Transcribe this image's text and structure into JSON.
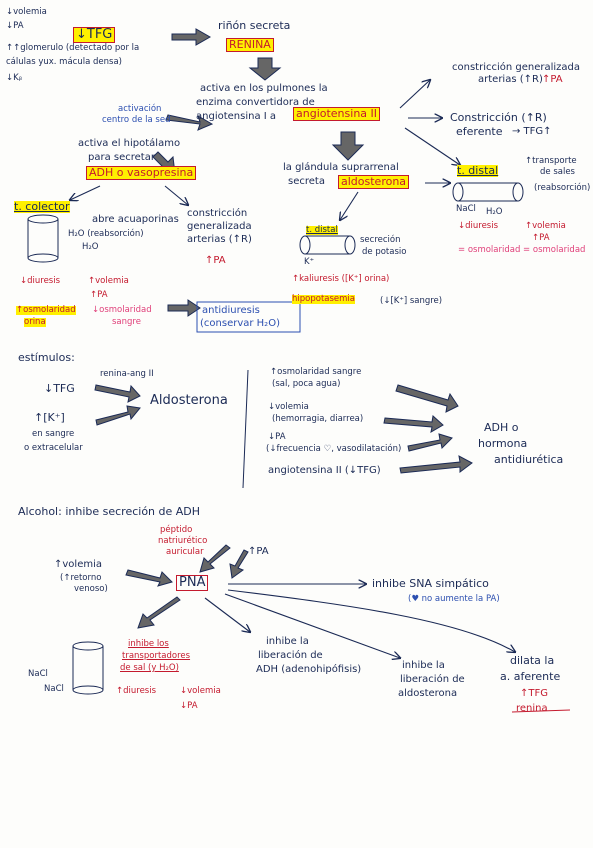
{
  "colors": {
    "ink": "#1b2a55",
    "blue": "#2c4fb0",
    "red": "#c41a2e",
    "pink": "#e0407a",
    "highlight": "#fff000"
  },
  "top": {
    "left_notes": [
      "↓volemia",
      "↓PA",
      "↑↑glomerulo (detectado por la",
      "cálulas yux. mácula densa)",
      "↓Kᵦ"
    ],
    "tfg_label": "↓TFG",
    "rinon_secreta": "riñón secreta",
    "renina": "RENINA",
    "activa_text": [
      "activa en los pulmones la",
      "enzima convertidora de",
      "angiotensina I a"
    ],
    "angiotensina_ii": "angiotensina II",
    "constriccion_general": [
      "constricción generalizada",
      "arterias (↑R)",
      "↑PA"
    ],
    "constriccion_eferente": [
      "Constricción (↑R)",
      "eferente",
      "→ TFG↑"
    ],
    "activacion_sed": [
      "activación",
      "centro de la sed"
    ],
    "activa_hipotalamo": [
      "activa el hipotálamo",
      "para secretar"
    ],
    "adh_vasopresina": "ADH o vasopresina",
    "glandula_text": [
      "la glándula suprarrenal",
      "secreta"
    ],
    "aldosterona": "aldosterona",
    "t_distal": "t. distal",
    "transporte_sales": [
      "↑transporte",
      "de sales",
      "(reabsorción)"
    ],
    "distal_right_effects": [
      "↓diuresis",
      "↑volemia",
      "↑PA",
      "= osmolaridad = osmolaridad"
    ],
    "t_colector": "t. colector",
    "abre_acuaporinas": "abre acuaporinas",
    "h2o_reabsorcion": "H₂O (reabsorción)",
    "h2o": "H₂O",
    "constriccion_left": [
      "constricción",
      "generalizada",
      "arterias (↑R)"
    ],
    "pa_up": "↑PA",
    "diuresis_down": "↓diuresis",
    "volemia_up": "↑volemia",
    "pa_up_small": "↑PA",
    "osm_orina": [
      "↑osmolaridad",
      "orina"
    ],
    "osm_sangre": [
      "↓osmolaridad",
      "sangre"
    ],
    "antidiuresis": [
      "antidiuresis",
      "(conservar H₂O)"
    ],
    "t_distal_small": "t. distal",
    "secrecion_potasio": [
      "secreción",
      "de potasio"
    ],
    "kaliuresis": "↑kaliuresis ([K⁺] orina)",
    "hipopotasemia": "hipopotasemia",
    "hipopotasemia_note": "(↓[K⁺] sangre)",
    "nacl": "NaCl",
    "h2o_small": "H₂O",
    "kplus": "K⁺"
  },
  "estimulos": {
    "title": "estímulos:",
    "renina_ang": "renina-ang II",
    "tfg_down": "↓TFG",
    "k_up": [
      "↑[K⁺]",
      "en sangre",
      "o extracelular"
    ],
    "aldosterona": "Aldosterona",
    "right_items": [
      "↑osmolaridad sangre",
      "(sal, poca agua)",
      "↓volemia",
      "(hemorragia, diarrea)",
      "↓PA",
      "(↓frecuencia ♡, vasodilatación)",
      "angiotensina II (↓TFG)"
    ],
    "adh": [
      "ADH o",
      "hormona",
      "antidiurética"
    ]
  },
  "alcohol": "Alcohol: inhibe secreción de ADH",
  "pna": {
    "peptido": [
      "péptido",
      "natriurético",
      "auricular"
    ],
    "volemia": "↑volemia",
    "retorno": [
      "(↑retorno",
      "venoso)"
    ],
    "pa": "↑PA",
    "label": "PNA",
    "inhibe_sna": "inhibe SNA simpático",
    "no_aumente": "(♥ no aumente la PA)",
    "inhibe_transporte": [
      "inhibe los",
      "transportadores",
      "de sal (y H₂O)"
    ],
    "inhibe_adh": [
      "inhibe la",
      "liberación de",
      "ADH (adenohipófisis)"
    ],
    "inhibe_aldosterona": [
      "inhibe la",
      "liberación de",
      "aldosterona"
    ],
    "dilata": [
      "dilata la",
      "a. aferente"
    ],
    "tfg": "↑TFG",
    "renina_crossed": "renina",
    "nacl_left": "NaCl",
    "effects": [
      "↑diuresis",
      "↓volemia",
      "↓PA"
    ]
  }
}
